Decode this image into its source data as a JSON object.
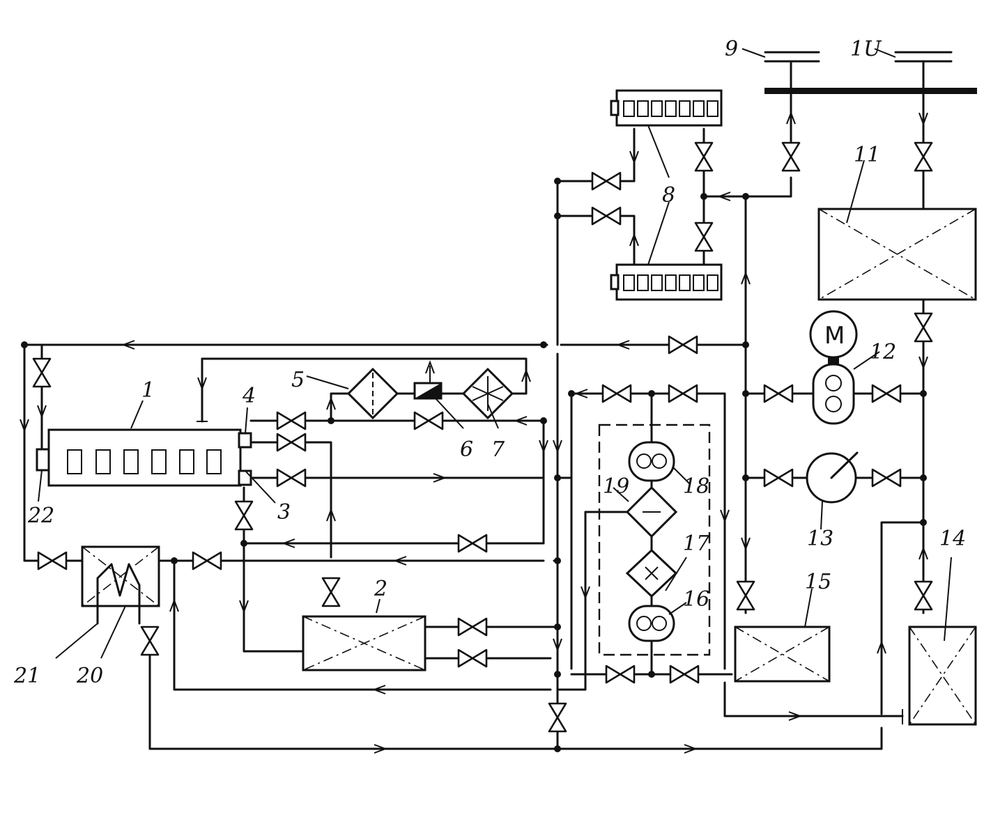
{
  "labels": {
    "n1": "1",
    "n2": "2",
    "n3": "3",
    "n4": "4",
    "n5": "5",
    "n6": "6",
    "n7": "7",
    "n8": "8",
    "n9": "9",
    "n10": "1U",
    "n11": "11",
    "n12": "12",
    "n13": "13",
    "n14": "14",
    "n15": "15",
    "n16": "16",
    "n17": "17",
    "n18": "18",
    "n19": "19",
    "n20": "20",
    "n21": "21",
    "n22": "22"
  },
  "motor_letter": "M"
}
